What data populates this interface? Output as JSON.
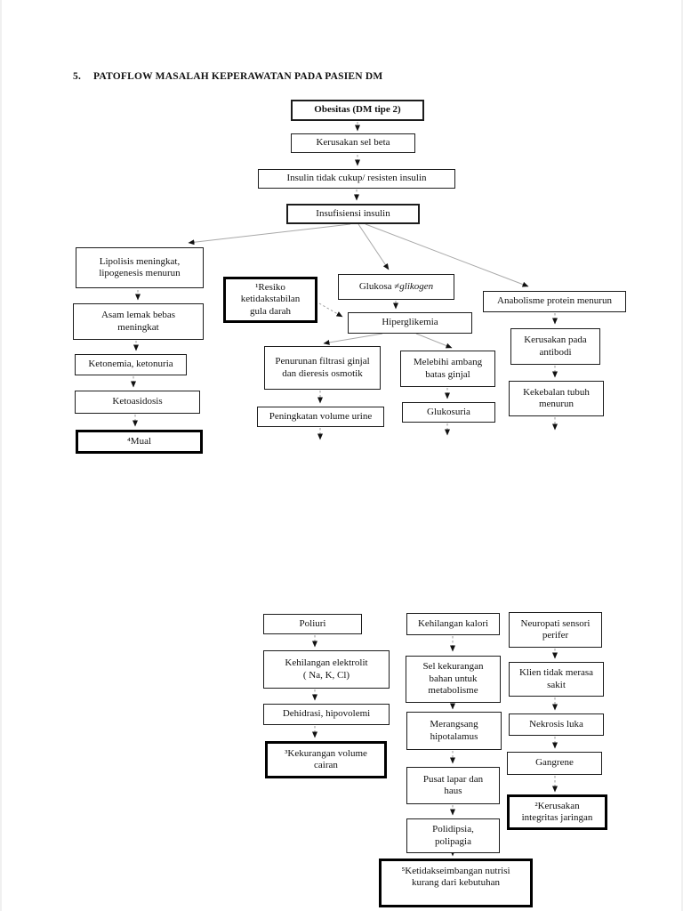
{
  "page": {
    "title_number": "5.",
    "title": "PATOFLOW MASALAH KEPERAWATAN PADA PASIEN DM",
    "accent_border_color": "#000000",
    "box_border_color": "#1c1c1c",
    "arrow_color": "#9a9a9a"
  },
  "nodes": {
    "obesitas": {
      "label": "Obesitas (DM tipe 2)"
    },
    "kerusakan_sel_beta": {
      "label": "Kerusakan sel beta"
    },
    "insulin_tidak_cukup": {
      "label": "Insulin tidak cukup/ resisten insulin"
    },
    "insufisiensi_insulin": {
      "label": "Insufisiensi insulin"
    },
    "lipolisis": {
      "label": "Lipolisis meningkat,\nlipogenesis menurun"
    },
    "resiko_gula_darah": {
      "label": "¹Resiko\nketidakstabilan\ngula darah"
    },
    "glukosa": {
      "prefix": "Glukosa ≠",
      "italic": "glikogen"
    },
    "anabolisme": {
      "label": "Anabolisme protein menurun"
    },
    "hiperglikemia": {
      "label": "Hiperglikemia"
    },
    "asam_lemak": {
      "label": "Asam lemak bebas\nmeningkat"
    },
    "penurunan_filtrasi": {
      "label": "Penurunan filtrasi ginjal\ndan dieresis osmotik"
    },
    "melebihi_ambang": {
      "label": "Melebihi ambang\nbatas ginjal"
    },
    "kerusakan_antibodi": {
      "label": "Kerusakan pada\nantibodi"
    },
    "ketonemia": {
      "label": "Ketonemia, ketonuria"
    },
    "ketoasidosis": {
      "label": "Ketoasidosis"
    },
    "kekebalan_tubuh": {
      "label": "Kekebalan tubuh\nmenurun"
    },
    "peningkatan_urine": {
      "label": "Peningkatan volume urine"
    },
    "glukosuria": {
      "label": "Glukosuria"
    },
    "mual": {
      "label": "⁴Mual"
    },
    "poliuri": {
      "label": "Poliuri"
    },
    "kehilangan_elektrolit": {
      "label": "Kehilangan elektrolit\n( Na, K, Cl)"
    },
    "dehidrasi": {
      "label": "Dehidrasi, hipovolemi"
    },
    "kekurangan_volume": {
      "label": "³Kekurangan volume\ncairan"
    },
    "kehilangan_kalori": {
      "label": "Kehilangan kalori"
    },
    "sel_kekurangan": {
      "label": "Sel kekurangan\nbahan untuk\nmetabolisme"
    },
    "merangsang_hipotalamus": {
      "label": "Merangsang\nhipotalamus"
    },
    "pusat_lapar": {
      "label": "Pusat lapar dan\nhaus"
    },
    "polidipsia": {
      "label": "Polidipsia,\npolipagia"
    },
    "ketidakseimbangan_nutrisi": {
      "label": "⁵Ketidakseimbangan nutrisi\nkurang dari kebutuhan"
    },
    "neuropati": {
      "label": "Neuropati sensori\nperifer"
    },
    "klien_tidak_merasa": {
      "label": "Klien tidak merasa\nsakit"
    },
    "nekrosis_luka": {
      "label": "Nekrosis luka"
    },
    "gangrene": {
      "label": "Gangrene"
    },
    "kerusakan_integritas": {
      "label": "²Kerusakan\nintegritas jaringan"
    }
  }
}
